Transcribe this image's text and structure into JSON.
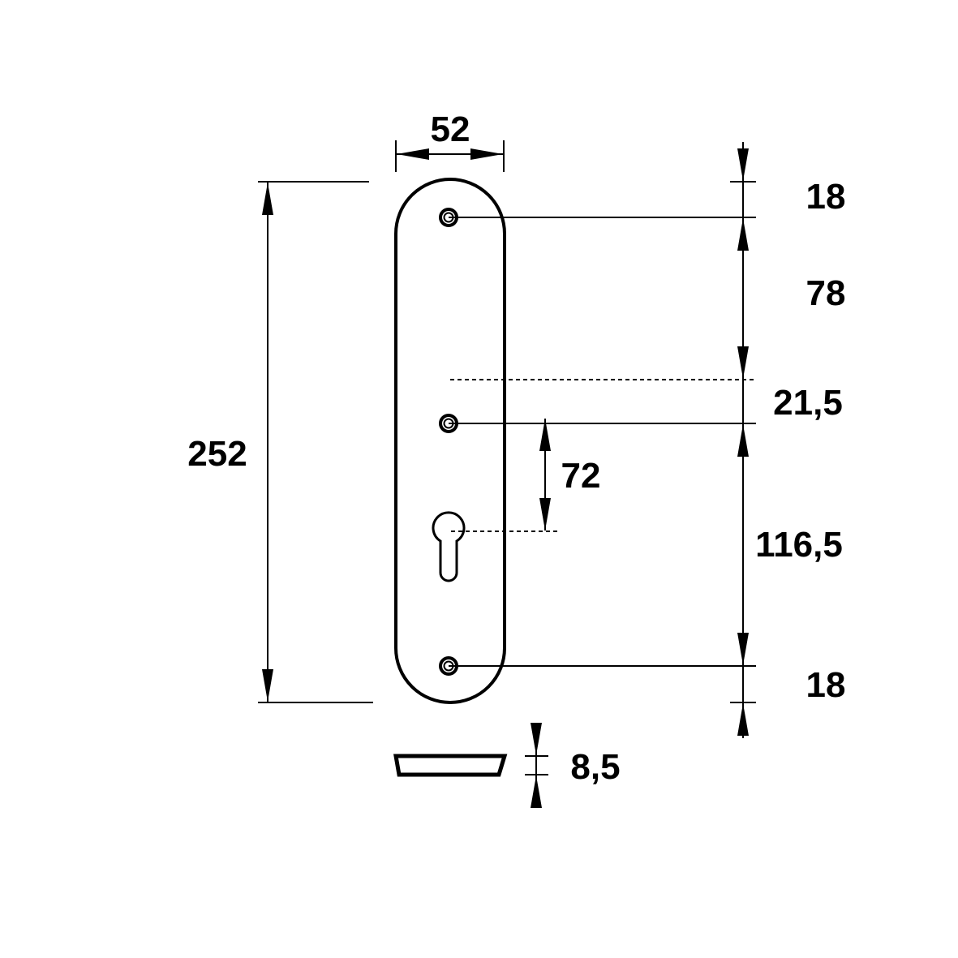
{
  "colors": {
    "ink": "#000000",
    "background": "#ffffff"
  },
  "dimensions": {
    "width": "52",
    "height": "252",
    "top_margin": "18",
    "upper_spacing": "78",
    "center_offset": "21,5",
    "screw_to_cylinder": "72",
    "lower_spacing": "116,5",
    "bottom_margin": "18",
    "thickness": "8,5"
  }
}
